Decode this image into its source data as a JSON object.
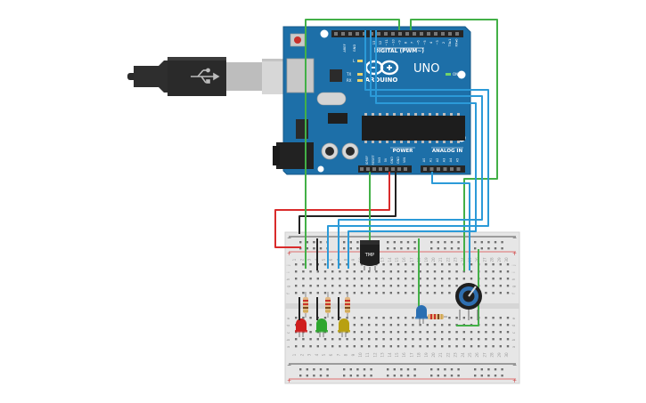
{
  "board": {
    "model": "UNO",
    "brand": "ARDUINO",
    "digital_header": "DIGITAL (PWM~)",
    "power_label": "POWER",
    "analog_label": "ANALOG IN",
    "aref": "AREF",
    "gnd": "GND",
    "tx": "TX",
    "rx": "RX",
    "on": "ON",
    "l": "L",
    "pwr_pins": [
      "IOREF",
      "RESET",
      "3V3",
      "5V",
      "GND",
      "GND",
      "VIN"
    ],
    "analog_pins": [
      "A0",
      "A1",
      "A2",
      "A3",
      "A4",
      "A5"
    ],
    "digital_pins": [
      "13",
      "12",
      "~11",
      "~10",
      "~9",
      "8",
      "7",
      "~6",
      "~5",
      "4",
      "~3",
      "2",
      "TX▸1",
      "RX◂0"
    ],
    "board_color": "#1d6fa8"
  },
  "breadboard": {
    "row_letters_top": [
      "a",
      "b",
      "c",
      "d",
      "e"
    ],
    "row_letters_bottom": [
      "f",
      "g",
      "h",
      "i",
      "j"
    ],
    "columns": [
      "1",
      "2",
      "3",
      "4",
      "5",
      "6",
      "7",
      "8",
      "9",
      "10",
      "11",
      "12",
      "13",
      "14",
      "15",
      "16",
      "17",
      "18",
      "19",
      "20",
      "21",
      "22",
      "23",
      "24",
      "25",
      "26",
      "27",
      "28",
      "29",
      "30"
    ]
  },
  "components": {
    "temp_sensor_label": "TMP",
    "led_colors": [
      "#cf1e1e",
      "#2ea62e",
      "#b8a012",
      "#2a6fb2"
    ]
  },
  "colors": {
    "wire_red": "#d92b2b",
    "wire_black": "#222222",
    "wire_green": "#43b047",
    "wire_blue": "#2b9ad8"
  }
}
